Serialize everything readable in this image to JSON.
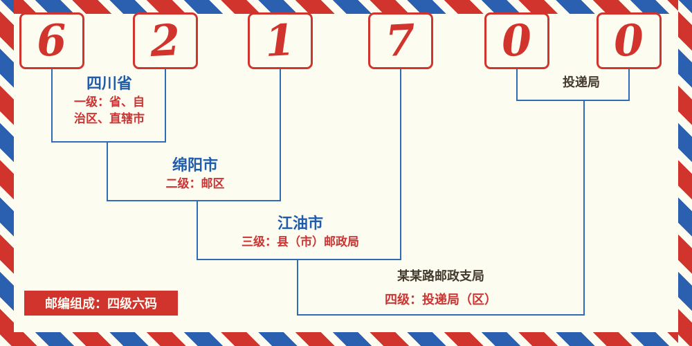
{
  "postal_code": {
    "digits": [
      "6",
      "2",
      "1",
      "7",
      "0",
      "0"
    ]
  },
  "levels": {
    "level1": {
      "name": "四川省",
      "desc1": "一级：省、自",
      "desc2": "治区、直辖市"
    },
    "level2": {
      "name": "绵阳市",
      "desc": "二级：邮区"
    },
    "level3": {
      "name": "江油市",
      "desc": "三级：县（市）邮政局"
    },
    "level4": {
      "name": "某某路邮政支局",
      "desc": "四级：投递局（区）"
    },
    "delivery_office": {
      "name": "投递局"
    }
  },
  "badge": {
    "text": "邮编组成：四级六码"
  },
  "colors": {
    "red": "#d0342c",
    "blue": "#2b5fb0",
    "line_blue": "#2e6cb5",
    "label_blue": "#1f5cab",
    "text_red": "#cc3333",
    "dark": "#433a2d",
    "background": "#fdfcf0"
  }
}
